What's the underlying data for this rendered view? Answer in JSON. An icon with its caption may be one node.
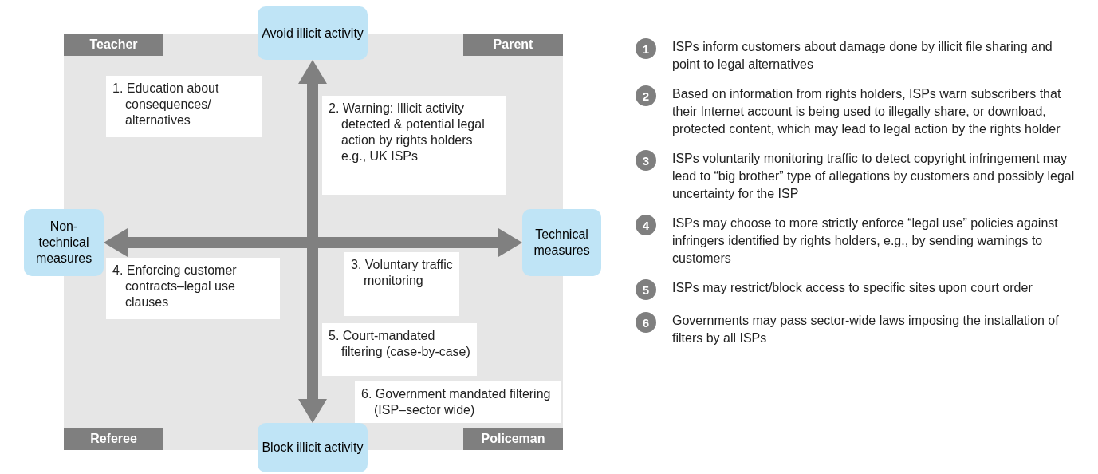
{
  "diagram": {
    "nodes": [
      {
        "text": [
          "Avoid illicit activity"
        ]
      },
      {
        "text": [
          "Teacher"
        ]
      },
      {
        "text": [
          "Parent"
        ]
      },
      {
        "text": [
          "1. Education about consequences/ alternatives"
        ]
      },
      {
        "text": [
          "2. Warning: Illicit activity detected & potential legal action by rights holders e.g., UK ISPs"
        ]
      },
      {
        "text": [
          "Non-technical measures"
        ]
      },
      {
        "text": [
          "3. Voluntary traffic monitoring"
        ]
      },
      {
        "text": [
          "Technical measures"
        ]
      },
      {
        "text": [
          "4. Enforcing customer contracts–legal use clauses"
        ]
      },
      {
        "text": [
          "5. Court-mandated filtering (case-by-case)"
        ]
      },
      {
        "text": [
          "6. Government mandated filtering (ISP–sector wide)"
        ]
      },
      {
        "text": [
          "Referee"
        ]
      },
      {
        "text": [
          "Block illicit activity"
        ]
      },
      {
        "text": [
          "Policeman"
        ]
      }
    ],
    "edges": [
      {
        "from": 5,
        "to": 7,
        "arrow": "both"
      },
      {
        "from": 0,
        "to": 12,
        "arrow": "both"
      }
    ],
    "labels": [
      "1",
      "ISPs inform customers about damage done by illicit file sharing and point to legal alternatives",
      "2",
      "Based on information from rights holders, ISPs warn subscribers that their Internet account is being used to illegally share, or download, protected content, which may lead to legal action by the rights holder",
      "3",
      "ISPs voluntarily monitoring traffic to detect copyright infringement may lead to “big brother” type of allegations by customers and possibly legal uncertainty for the ISP",
      "4",
      "ISPs may choose to more strictly enforce “legal use” policies against infringers identified by rights holders, e.g., by sending warnings to customers",
      "5",
      "ISPs may restrict/block access to specific sites upon court order",
      "6",
      "Governments may pass sector-wide laws imposing the installation of filters by all ISPs"
    ]
  }
}
